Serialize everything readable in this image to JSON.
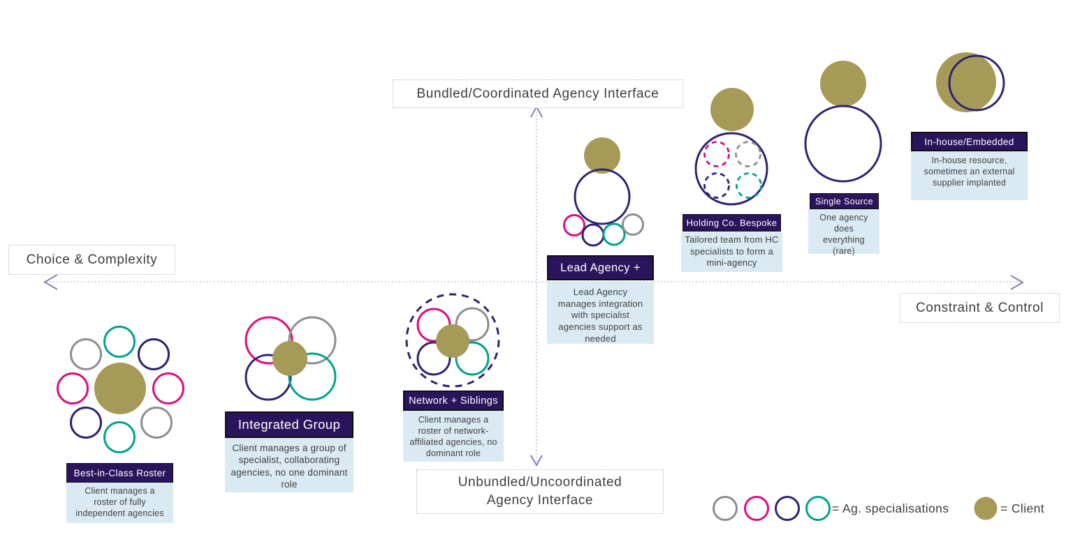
{
  "colors": {
    "navy": "#2e2272",
    "pink": "#df0d7d",
    "teal": "#00a38c",
    "gray": "#8e8e8e",
    "gold": "#a59a58",
    "header_bg": "#2a155c",
    "header_text": "#ffffff",
    "desc_bg": "#daeaf2",
    "desc_text": "#3f3f3f",
    "axis_arrow": "#7b6fb4",
    "axis_dots": "#b4add2"
  },
  "axes": {
    "top_label": "Bundled/Coordinated Agency Interface",
    "bottom_label": "Unbundled/Uncoordinated Agency Interface",
    "left_label": "Choice & Complexity",
    "right_label": "Constraint & Control"
  },
  "models": [
    {
      "name": "Best-in-Class Roster",
      "description": "Client manages a roster of fully independent agencies"
    },
    {
      "name": "Integrated Group",
      "description": "Client manages a group of specialist, collaborating agencies, no one dominant role"
    },
    {
      "name": "Network + Siblings",
      "description": "Client manages a roster of network-affiliated agencies, no dominant role"
    },
    {
      "name": "Lead Agency +",
      "description": "Lead Agency manages integration with specialist agencies support as needed"
    },
    {
      "name": "Holding Co. Bespoke",
      "description": "Tailored team from HC specialists to form a mini-agency"
    },
    {
      "name": "Single Source",
      "description": "One agency does everything (rare)"
    },
    {
      "name": "In-house/Embedded",
      "description": "In-house resource, sometimes an external supplier implanted"
    }
  ],
  "legend": {
    "agency_label": "= Ag. specialisations",
    "client_label": "= Client"
  }
}
